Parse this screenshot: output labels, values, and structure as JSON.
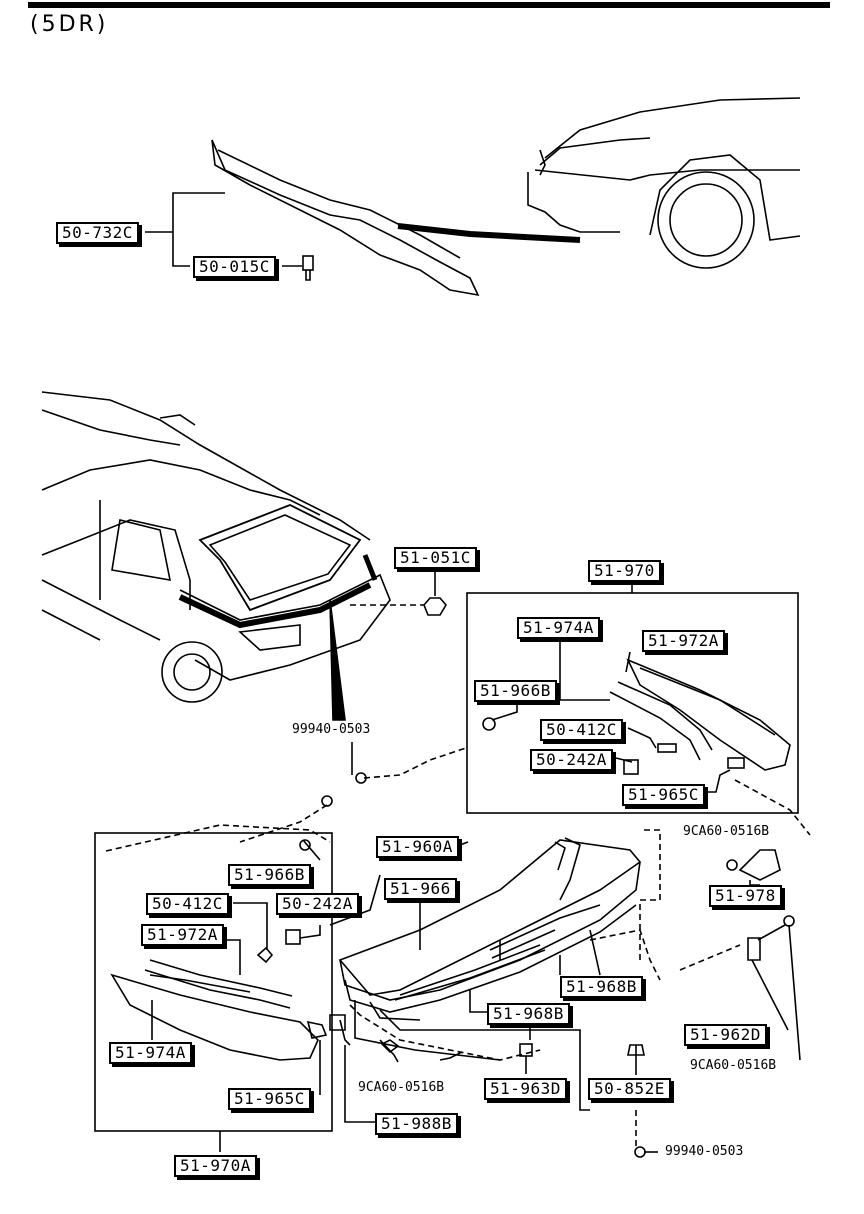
{
  "header": {
    "variant": "(5DR)"
  },
  "labels": {
    "l50_732C": "50-732C",
    "l50_015C": "50-015C",
    "l51_051C": "51-051C",
    "l51_970": "51-970",
    "l51_974A_r": "51-974A",
    "l51_972A_r": "51-972A",
    "l51_966B_r": "51-966B",
    "l50_412C_r": "50-412C",
    "l50_242A_r": "50-242A",
    "l51_965C_r": "51-965C",
    "l51_960A": "51-960A",
    "l51_966": "51-966",
    "l51_966B_l": "51-966B",
    "l50_412C_l": "50-412C",
    "l50_242A_l": "50-242A",
    "l51_972A_l": "51-972A",
    "l51_974A_l": "51-974A",
    "l51_965C_l": "51-965C",
    "l51_970A": "51-970A",
    "l51_988B": "51-988B",
    "l51_963D": "51-963D",
    "l50_852E": "50-852E",
    "l51_968B_a": "51-968B",
    "l51_968B_b": "51-968B",
    "l51_978": "51-978",
    "l51_962D": "51-962D"
  },
  "plain_labels": {
    "p99940_top": "99940-0503",
    "p9CA60_a": "9CA60-0516B",
    "p9CA60_b": "9CA60-0516B",
    "p9CA60_c": "9CA60-0516B",
    "p99940_bot": "99940-0503"
  }
}
